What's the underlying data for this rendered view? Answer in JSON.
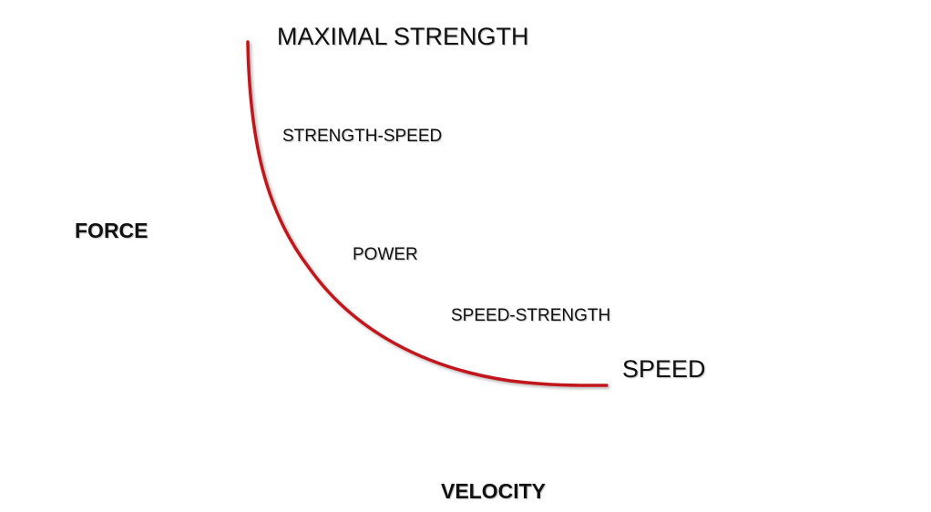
{
  "axes": {
    "y_label": "FORCE",
    "x_label": "VELOCITY"
  },
  "curve": {
    "color": "#c0151a",
    "labels": {
      "top": "MAXIMAL STRENGTH",
      "strength_speed": "STRENGTH-SPEED",
      "power": "POWER",
      "speed_strength": "SPEED-STRENGTH",
      "bottom": "SPEED"
    }
  }
}
